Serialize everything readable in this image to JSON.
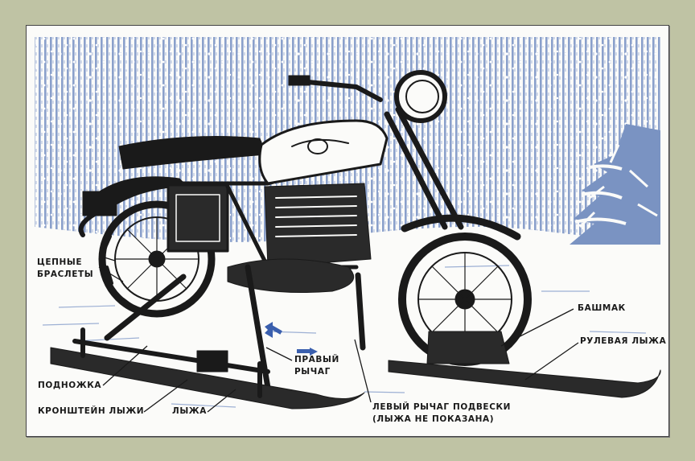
{
  "labels": {
    "chain_bracelets_1": "ЦЕПНЫЕ",
    "chain_bracelets_2": "БРАСЛЕТЫ",
    "footrest": "ПОДНОЖКА",
    "ski_bracket": "КРОНШТЕЙН ЛЫЖИ",
    "ski": "ЛЫЖА",
    "right_lever_1": "ПРАВЫЙ",
    "right_lever_2": "РЫЧАГ",
    "left_lever_1": "ЛЕВЫЙ РЫЧАГ ПОДВЕСКИ",
    "left_lever_2": "(ЛЫЖА НЕ ПОКАЗАНА)",
    "shoe": "БАШМАК",
    "steering_ski": "РУЛЕВАЯ ЛЫЖА"
  },
  "colors": {
    "page_background": "#bfc3a4",
    "sky_blue": "#7a93c2",
    "arrow_blue": "#3a5fae",
    "ink": "#1a1a1a"
  },
  "icons": {
    "fir_tree": "snowy-fir-tree-illustration",
    "motorcycle": "motorcycle-on-skis-illustration"
  }
}
